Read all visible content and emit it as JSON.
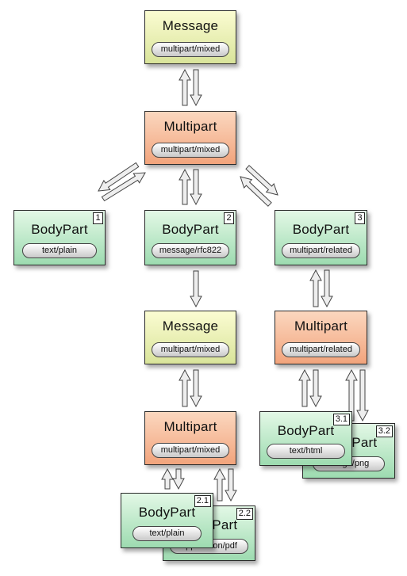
{
  "nodes": {
    "msg_top": {
      "title": "Message",
      "type": "multipart/mixed"
    },
    "mp_top": {
      "title": "Multipart",
      "type": "multipart/mixed"
    },
    "bp_1": {
      "title": "BodyPart",
      "type": "text/plain",
      "num": "1"
    },
    "bp_2": {
      "title": "BodyPart",
      "type": "message/rfc822",
      "num": "2"
    },
    "bp_3": {
      "title": "BodyPart",
      "type": "multipart/related",
      "num": "3"
    },
    "msg_inner": {
      "title": "Message",
      "type": "multipart/mixed"
    },
    "mp_3": {
      "title": "Multipart",
      "type": "multipart/related"
    },
    "mp_inner": {
      "title": "Multipart",
      "type": "multipart/mixed"
    },
    "bp_3_2": {
      "title": "BodyPart",
      "type": "image/png",
      "num": "3.2"
    },
    "bp_3_1": {
      "title": "BodyPart",
      "type": "text/html",
      "num": "3.1"
    },
    "bp_2_2": {
      "title": "BodyPart",
      "type": "application/pdf",
      "num": "2.2"
    },
    "bp_2_1": {
      "title": "BodyPart",
      "type": "text/plain",
      "num": "2.1"
    }
  },
  "colors": {
    "message": "#d9e49a",
    "multipart": "#f2a47c",
    "bodypart": "#9ddbb0",
    "arrow_fill": "#eeeeee",
    "arrow_stroke": "#444444"
  }
}
